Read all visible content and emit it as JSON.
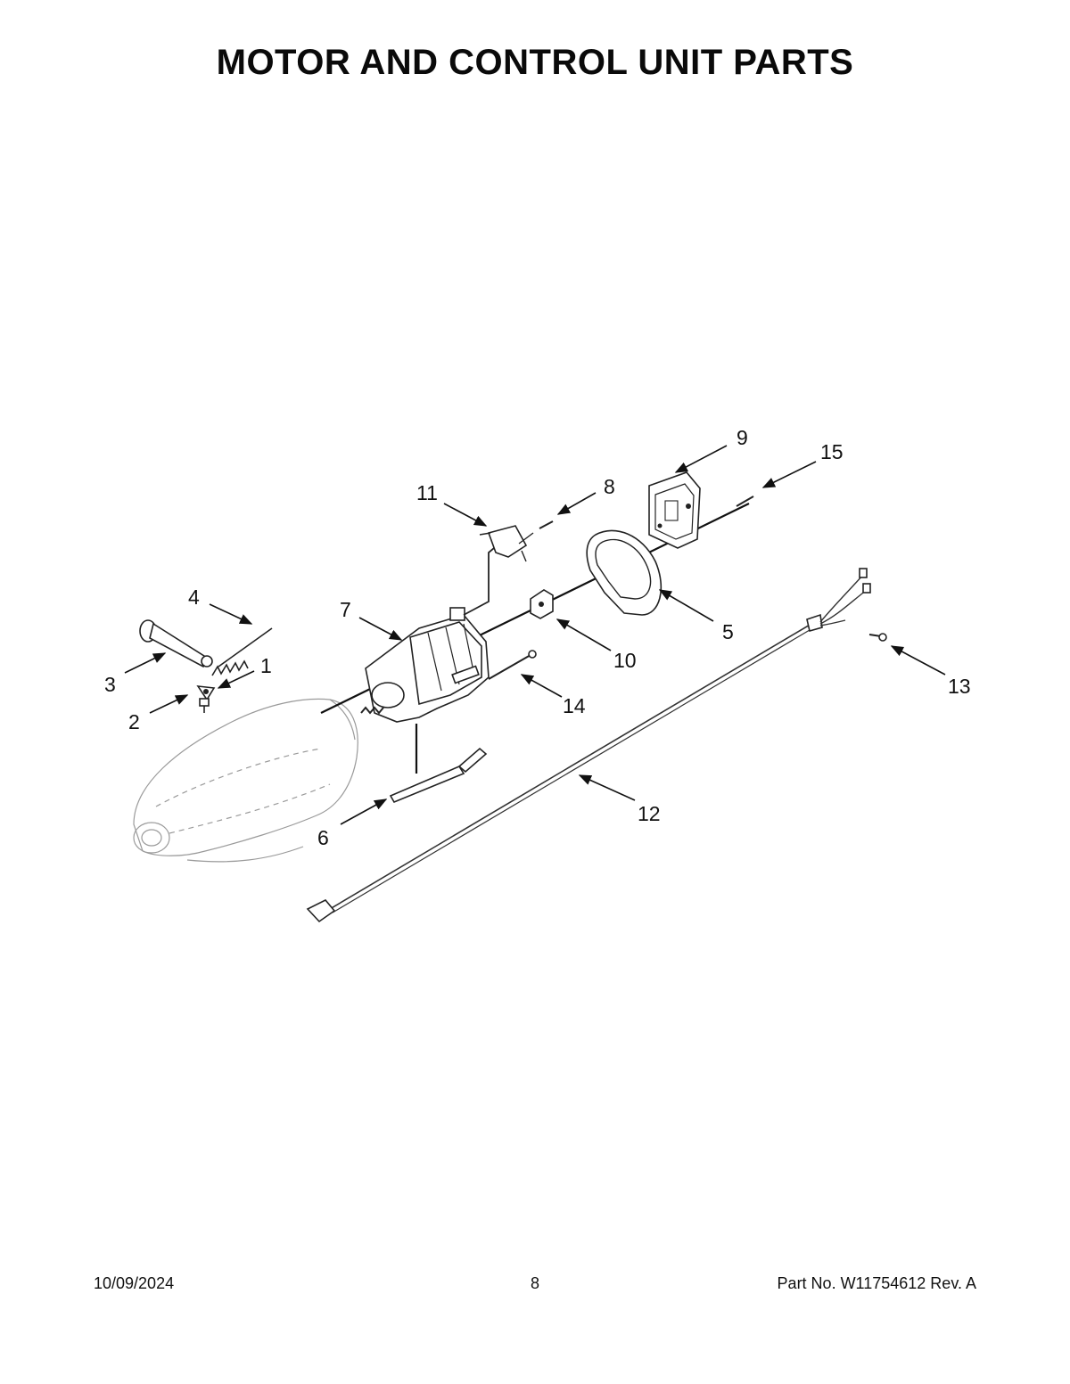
{
  "title": "MOTOR AND CONTROL UNIT PARTS",
  "footer": {
    "date": "10/09/2024",
    "page": "8",
    "part_number": "Part No.  W11754612  Rev.  A"
  },
  "callouts": {
    "c1": "1",
    "c2": "2",
    "c3": "3",
    "c4": "4",
    "c5": "5",
    "c6": "6",
    "c7": "7",
    "c8": "8",
    "c9": "9",
    "c10": "10",
    "c11": "11",
    "c12": "12",
    "c13": "13",
    "c14": "14",
    "c15": "15"
  }
}
